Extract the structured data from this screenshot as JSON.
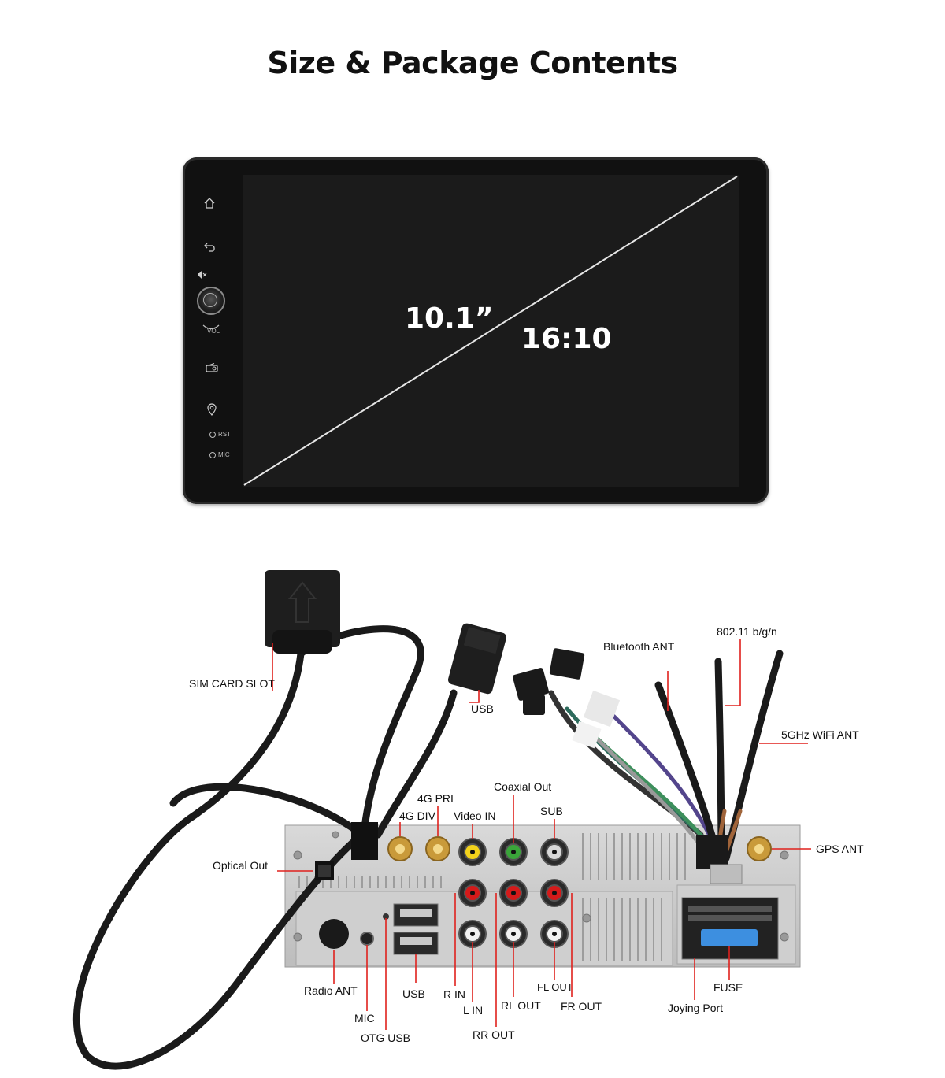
{
  "page": {
    "title": "Size & Package Contents"
  },
  "screen": {
    "diagonal": "10.1”",
    "aspect_ratio": "16:10"
  },
  "device_buttons": {
    "rst_label": "RST",
    "mic_label": "MIC",
    "vol_label": "VOL"
  },
  "labels": {
    "sim_card_slot": "SIM CARD SLOT",
    "usb_top": "USB",
    "bluetooth_ant": "Bluetooth ANT",
    "wifi_80211": "802.11 b/g/n",
    "wifi_5ghz": "5GHz WiFi ANT",
    "gps_ant": "GPS ANT",
    "coaxial_out": "Coaxial Out",
    "pri_4g": "4G PRI",
    "div_4g": "4G DIV",
    "video_in": "Video IN",
    "sub": "SUB",
    "optical_out": "Optical Out",
    "radio_ant": "Radio ANT",
    "mic": "MIC",
    "otg_usb": "OTG USB",
    "usb_bottom": "USB",
    "r_in": "R IN",
    "l_in": "L IN",
    "rr_out": "RR OUT",
    "rl_out": "RL OUT",
    "fl_out": "FL OUT",
    "fr_out": "FR OUT",
    "fuse": "FUSE",
    "joying_port": "Joying Port"
  },
  "colors": {
    "callout_line": "#e0211d",
    "rca_yellow": "#f2d21b",
    "rca_green": "#3aa53a",
    "rca_red": "#d41a1a",
    "rca_white": "#f2f2f2",
    "gold": "#c99a3a",
    "fuse_blue": "#3d8fe0"
  },
  "icons": {
    "home": "home-icon",
    "back": "back-icon",
    "mute": "mute-icon",
    "radio": "radio-icon",
    "nav": "location-pin-icon"
  }
}
